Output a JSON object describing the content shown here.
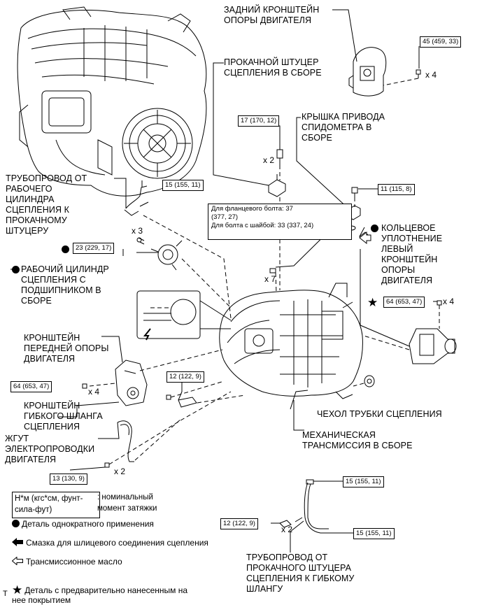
{
  "labels": {
    "rear_bracket": "ЗАДНИЙ КРОНШТЕЙН\nОПОРЫ ДВИГАТЕЛЯ",
    "bleeder": "ПРОКАЧНОЙ ШТУЦЕР\nСЦЕПЛЕНИЯ В СБОРЕ",
    "speedo_cover": "КРЫШКА ПРИВОДА\nСПИДОМЕТРА В\nСБОРЕ",
    "tube_to_bleeder": "ТРУБОПРОВОД ОТ\nРАБОЧЕГО\nЦИЛИНДРА\nСЦЕПЛЕНИЯ К\nПРОКАЧНОМУ\nШТУЦЕРУ",
    "o_ring": "КОЛЬЦЕВОЕ\nУПЛОТНЕНИЕ",
    "left_bracket": "ЛЕВЫЙ\nКРОНШТЕЙН\nОПОРЫ\nДВИГАТЕЛЯ",
    "release_cyl": "РАБОЧИЙ ЦИЛИНДР\nСЦЕПЛЕНИЯ С\nПОДШИПНИКОМ В\nСБОРЕ",
    "front_bracket": "КРОНШТЕЙН\nПЕРЕДНЕЙ ОПОРЫ\nДВИГАТЕЛЯ",
    "hose_bracket": "КРОНШТЕЙН\nГИБКОГО ШЛАНГА\nСЦЕПЛЕНИЯ",
    "boot": "ЧЕХОЛ ТРУБКИ СЦЕПЛЕНИЯ",
    "harness": "ЖГУТ\nЭЛЕКТРОПРОВОДКИ\nДВИГАТЕЛЯ",
    "transmission": "МЕХАНИЧЕСКАЯ\nТРАНСМИССИЯ В СБОРЕ",
    "tube_to_hose": "ТРУБОПРОВОД ОТ\nПРОКАЧНОГО ШТУЦЕРА\nСЦЕПЛЕНИЯ К ГИБКОМУ\nШЛАНГУ"
  },
  "torques": {
    "t45": "45 (459, 33)",
    "t17": "17 (170, 12)",
    "t11": "11 (115, 8)",
    "t15a": "15 (155, 11)",
    "t23": "23 (229, 17)",
    "t64r": "64 (653, 47)",
    "t64l": "64 (653, 47)",
    "t12a": "12 (122, 9)",
    "t13": "13 (130, 9)",
    "t15b": "15 (155, 11)",
    "t12b": "12 (122, 9)",
    "t15c": "15 (155, 11)"
  },
  "note": "Для фланцевого болта: 37\n(377, 27)\nДля болта с шайбой: 33 (337, 24)",
  "multipliers": {
    "m45": "x 4",
    "m17": "x 2",
    "m23": "x 3",
    "m_note": "x 7",
    "m64r": "x 4",
    "m64l": "x 4",
    "m13": "x 2",
    "m12b": "x 2"
  },
  "legend": {
    "torque_box": "Н*м (кгс*см, фунт-\nсила-фут)",
    "torque_desc": ": номинальный\nмомент затяжки",
    "non_reusable": "Деталь однократного применения",
    "spline_grease": "Смазка для шлицевого соединения сцепления",
    "trans_oil": "Трансмиссионное масло",
    "precoated": "Деталь с предварительно нанесенным на\nнее покрытием"
  },
  "footer_mark": "T"
}
